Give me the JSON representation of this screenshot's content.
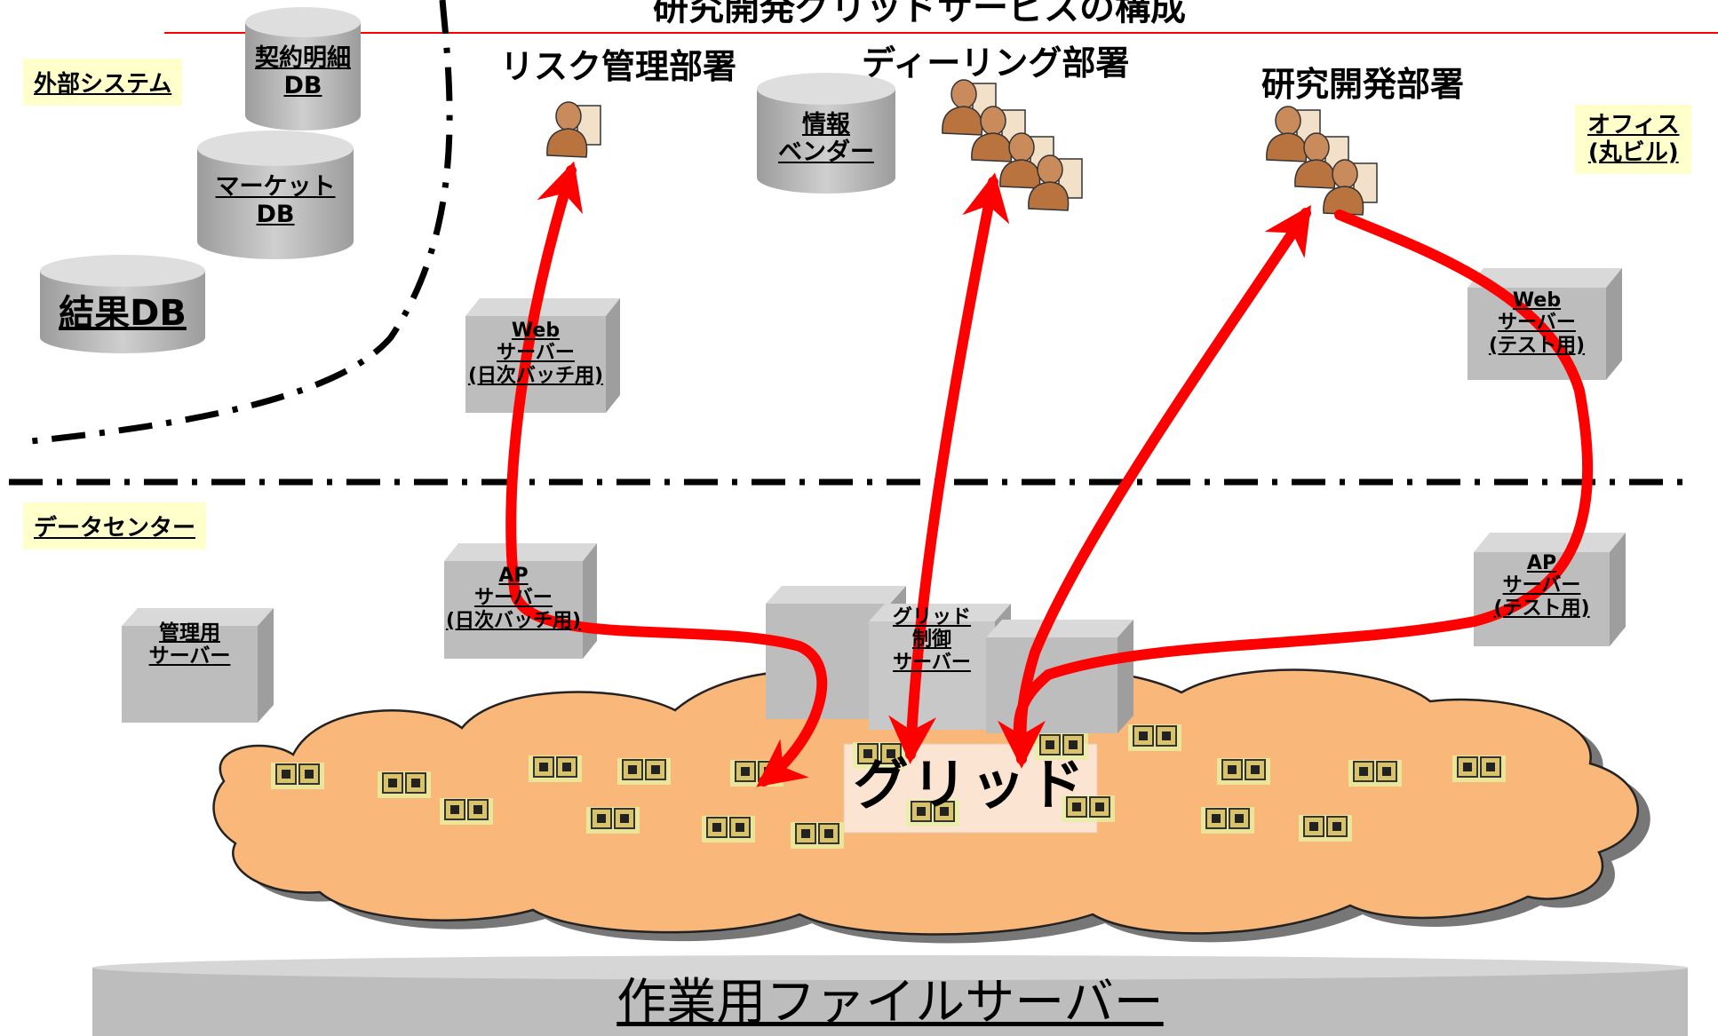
{
  "title": "研究開発グリッドサービスの構成",
  "zones": {
    "external": "外部システム",
    "office": "オフィス\n(丸ビル)",
    "datacenter": "データセンター"
  },
  "departments": {
    "risk": "リスク管理部署",
    "dealing": "ディーリング部署",
    "rnd": "研究開発部署"
  },
  "databases": {
    "contract": "契約明細\nDB",
    "market": "マーケット\nDB",
    "result": "結果DB",
    "vendor": "情報\nベンダー"
  },
  "servers": {
    "web_daily": "Web\nサーバー\n(日次バッチ用)",
    "web_test": "Web\nサーバー\n(テスト用)",
    "ap_daily": "AP\nサーバー\n(日次バッチ用)",
    "ap_test": "AP\nサーバー\n(テスト用)",
    "admin": "管理用\nサーバー",
    "grid_ctrl": "グリッド\n制御\nサーバー"
  },
  "grid_label": "グリッド",
  "file_server": "作業用ファイルサーバー",
  "colors": {
    "arrow": "#ff0000",
    "cloud": "#f9b77a",
    "cube": "#bdbdbd",
    "tag": "#ffffcc"
  }
}
